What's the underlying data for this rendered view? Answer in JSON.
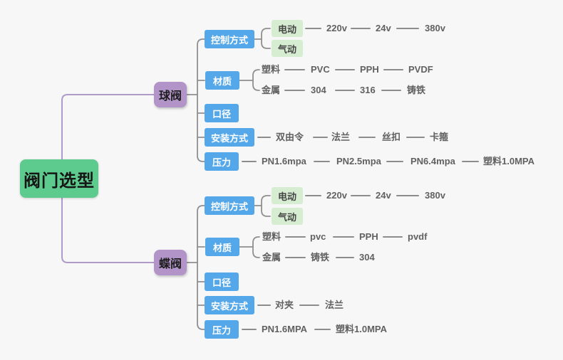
{
  "colors": {
    "background": "#f7f7f7",
    "root_node": "#5ecb8e",
    "branch_node": "#b294c8",
    "topic_node": "#54a7e8",
    "sub_node": "#d7edd2",
    "connector_purple": "#b09bc8",
    "connector_gray": "#8f8f8f",
    "leaf_text": "#616161"
  },
  "root": {
    "label": "阀门选型"
  },
  "branches": [
    {
      "label": "球阀",
      "topics": [
        {
          "label": "控制方式",
          "groups": [
            {
              "label": "电动",
              "items": [
                "220v",
                "24v",
                "380v"
              ]
            },
            {
              "label": "气动",
              "items": []
            }
          ]
        },
        {
          "label": "材质",
          "groups": [
            {
              "label": "塑料",
              "items": [
                "PVC",
                "PPH",
                "PVDF"
              ]
            },
            {
              "label": "金属",
              "items": [
                "304",
                "316",
                "铸铁"
              ]
            }
          ]
        },
        {
          "label": "口径"
        },
        {
          "label": "安装方式",
          "items": [
            "双由令",
            "法兰",
            "丝扣",
            "卡箍"
          ]
        },
        {
          "label": "压力",
          "items": [
            "PN1.6mpa",
            "PN2.5mpa",
            "PN6.4mpa",
            "塑料1.0MPA"
          ]
        }
      ]
    },
    {
      "label": "蝶阀",
      "topics": [
        {
          "label": "控制方式",
          "groups": [
            {
              "label": "电动",
              "items": [
                "220v",
                "24v",
                "380v"
              ]
            },
            {
              "label": "气动",
              "items": []
            }
          ]
        },
        {
          "label": "材质",
          "groups": [
            {
              "label": "塑料",
              "items": [
                "pvc",
                "PPH",
                "pvdf"
              ]
            },
            {
              "label": "金属",
              "items": [
                "铸铁",
                "304"
              ]
            }
          ]
        },
        {
          "label": "口径"
        },
        {
          "label": "安装方式",
          "items": [
            "对夹",
            "法兰"
          ]
        },
        {
          "label": "压力",
          "items": [
            "PN1.6MPA",
            "塑料1.0MPA"
          ]
        }
      ]
    }
  ]
}
